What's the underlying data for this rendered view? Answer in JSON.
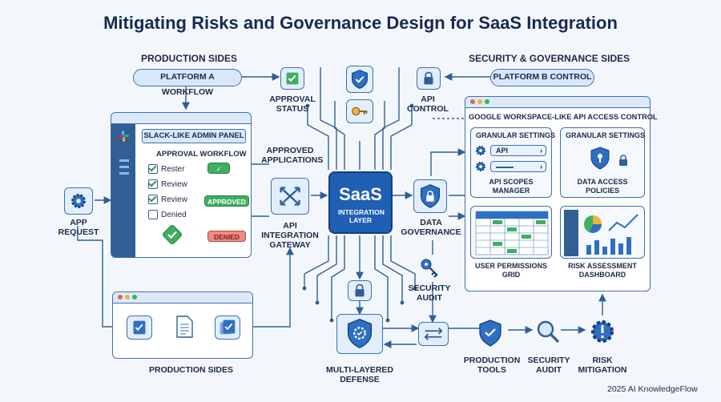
{
  "title": "Mitigating Risks and Governance Design for SaaS Integration",
  "sections": {
    "production_sides_top": "PRODUCTION SIDES",
    "security_governance_sides": "SECURITY & GOVERNANCE SIDES",
    "production_sides_bottom": "PRODUCTION SIDES"
  },
  "pills": {
    "platform_a": "PLATFORM A WORKFLOW",
    "platform_b": "PLATFORM B CONTROL"
  },
  "labels": {
    "approval_status": "APPROVAL STATUS",
    "api_control": "API CONTROL",
    "app_request": "APP REQUEST",
    "approved_applications": "APPROVED APPLICATIONS",
    "api_gateway": "API INTEGRATION GATEWAY",
    "data_governance": "DATA GOVERNANCE",
    "security_audit_mid": "SECURITY AUDIT",
    "multi_layered_defense": "MULTI-LAYERED DEFENSE",
    "production_tools": "PRODUCTION TOOLS",
    "security_audit_bottom": "SECURITY AUDIT",
    "risk_mitigation": "RISK MITIGATION"
  },
  "saas": {
    "name": "SaaS",
    "sub": "INTEGRATION LAYER"
  },
  "admin_panel": {
    "title": "SLACK-LIKE ADMIN PANEL",
    "workflow_title": "APPROVAL WORKFLOW",
    "items": [
      {
        "label": "Rester",
        "checked": true
      },
      {
        "label": "Review",
        "checked": true
      },
      {
        "label": "Review",
        "checked": true
      },
      {
        "label": "Denied",
        "checked": false
      }
    ],
    "approved_label": "APPROVED",
    "denied_label": "DENIED"
  },
  "google_panel": {
    "title": "GOOGLE WORKSPACE-LIKE API ACCESS CONTROL",
    "granular_1": "GRANULAR SETTINGS",
    "granular_2": "GRANULAR SETTINGS",
    "api_field": "API",
    "api_scopes": "API SCOPES MANAGER",
    "data_access": "DATA ACCESS POLICIES",
    "user_permissions": "USER PERMISSIONS GRID",
    "risk_dashboard": "RISK ASSESSMENT DASHBOARD"
  },
  "footer": "2025 AI KnowledgeFlow",
  "colors": {
    "accent_blue": "#1f5fb4",
    "line_blue": "#3e6fae",
    "approve_green": "#3fae5f",
    "deny_red": "#ef8a85"
  }
}
